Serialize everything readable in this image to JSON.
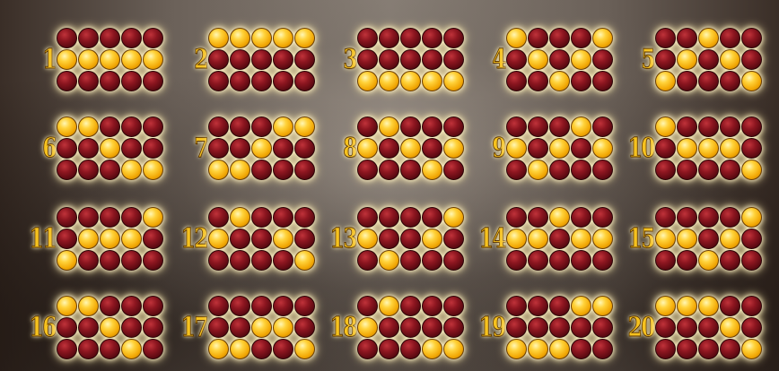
{
  "paylines": [
    {
      "number": "1",
      "pattern": [
        [
          0,
          0,
          0,
          0,
          0
        ],
        [
          1,
          1,
          1,
          1,
          1
        ],
        [
          0,
          0,
          0,
          0,
          0
        ]
      ]
    },
    {
      "number": "2",
      "pattern": [
        [
          1,
          1,
          1,
          1,
          1
        ],
        [
          0,
          0,
          0,
          0,
          0
        ],
        [
          0,
          0,
          0,
          0,
          0
        ]
      ]
    },
    {
      "number": "3",
      "pattern": [
        [
          0,
          0,
          0,
          0,
          0
        ],
        [
          0,
          0,
          0,
          0,
          0
        ],
        [
          1,
          1,
          1,
          1,
          1
        ]
      ]
    },
    {
      "number": "4",
      "pattern": [
        [
          1,
          0,
          0,
          0,
          1
        ],
        [
          0,
          1,
          0,
          1,
          0
        ],
        [
          0,
          0,
          1,
          0,
          0
        ]
      ]
    },
    {
      "number": "5",
      "pattern": [
        [
          0,
          0,
          1,
          0,
          0
        ],
        [
          0,
          1,
          0,
          1,
          0
        ],
        [
          1,
          0,
          0,
          0,
          1
        ]
      ]
    },
    {
      "number": "6",
      "pattern": [
        [
          1,
          1,
          0,
          0,
          0
        ],
        [
          0,
          0,
          1,
          0,
          0
        ],
        [
          0,
          0,
          0,
          1,
          1
        ]
      ]
    },
    {
      "number": "7",
      "pattern": [
        [
          0,
          0,
          0,
          1,
          1
        ],
        [
          0,
          0,
          1,
          0,
          0
        ],
        [
          1,
          1,
          0,
          0,
          0
        ]
      ]
    },
    {
      "number": "8",
      "pattern": [
        [
          0,
          1,
          0,
          0,
          0
        ],
        [
          1,
          0,
          1,
          0,
          1
        ],
        [
          0,
          0,
          0,
          1,
          0
        ]
      ]
    },
    {
      "number": "9",
      "pattern": [
        [
          0,
          0,
          0,
          1,
          0
        ],
        [
          1,
          0,
          1,
          0,
          1
        ],
        [
          0,
          1,
          0,
          0,
          0
        ]
      ]
    },
    {
      "number": "10",
      "pattern": [
        [
          1,
          0,
          0,
          0,
          0
        ],
        [
          0,
          1,
          1,
          1,
          0
        ],
        [
          0,
          0,
          0,
          0,
          1
        ]
      ]
    },
    {
      "number": "11",
      "pattern": [
        [
          0,
          0,
          0,
          0,
          1
        ],
        [
          0,
          1,
          1,
          1,
          0
        ],
        [
          1,
          0,
          0,
          0,
          0
        ]
      ]
    },
    {
      "number": "12",
      "pattern": [
        [
          0,
          1,
          0,
          0,
          0
        ],
        [
          1,
          0,
          0,
          1,
          0
        ],
        [
          0,
          0,
          0,
          0,
          1
        ]
      ]
    },
    {
      "number": "13",
      "pattern": [
        [
          0,
          0,
          0,
          0,
          1
        ],
        [
          1,
          0,
          0,
          1,
          0
        ],
        [
          0,
          1,
          0,
          0,
          0
        ]
      ]
    },
    {
      "number": "14",
      "pattern": [
        [
          0,
          0,
          1,
          0,
          0
        ],
        [
          1,
          1,
          0,
          1,
          1
        ],
        [
          0,
          0,
          0,
          0,
          0
        ]
      ]
    },
    {
      "number": "15",
      "pattern": [
        [
          0,
          0,
          0,
          0,
          1
        ],
        [
          1,
          1,
          0,
          1,
          0
        ],
        [
          0,
          0,
          1,
          0,
          0
        ]
      ]
    },
    {
      "number": "16",
      "pattern": [
        [
          1,
          1,
          0,
          0,
          0
        ],
        [
          0,
          0,
          1,
          0,
          0
        ],
        [
          0,
          0,
          0,
          1,
          0
        ]
      ]
    },
    {
      "number": "17",
      "pattern": [
        [
          0,
          0,
          0,
          0,
          0
        ],
        [
          0,
          0,
          1,
          1,
          0
        ],
        [
          1,
          1,
          0,
          0,
          1
        ]
      ]
    },
    {
      "number": "18",
      "pattern": [
        [
          0,
          1,
          0,
          0,
          0
        ],
        [
          1,
          0,
          0,
          0,
          0
        ],
        [
          0,
          0,
          0,
          1,
          1
        ]
      ]
    },
    {
      "number": "19",
      "pattern": [
        [
          0,
          0,
          0,
          1,
          1
        ],
        [
          0,
          0,
          0,
          0,
          0
        ],
        [
          1,
          1,
          1,
          0,
          0
        ]
      ]
    },
    {
      "number": "20",
      "pattern": [
        [
          1,
          1,
          1,
          0,
          0
        ],
        [
          0,
          0,
          0,
          1,
          0
        ],
        [
          0,
          0,
          0,
          0,
          1
        ]
      ]
    }
  ],
  "colors": {
    "active_ball": "#f2a805",
    "inactive_ball": "#8d1620",
    "number": "#f6c21e",
    "glow": "#fff3c0"
  }
}
